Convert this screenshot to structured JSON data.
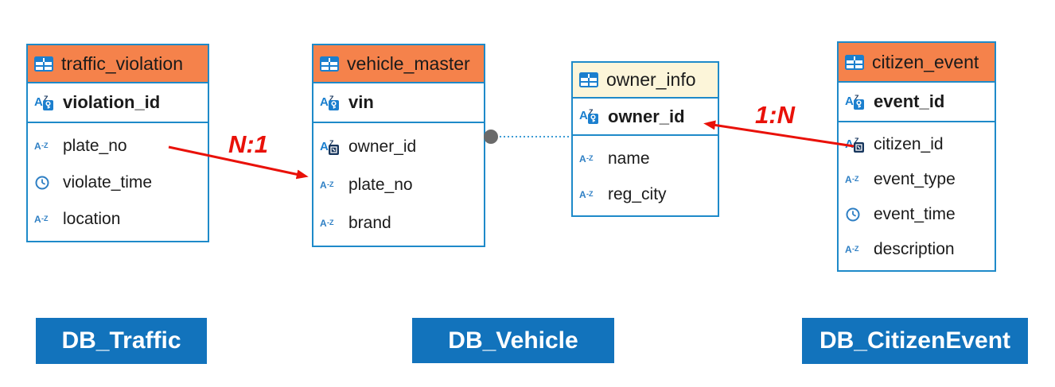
{
  "diagram": {
    "tables": [
      {
        "name": "traffic_violation",
        "header_color": "#F5824B",
        "columns": [
          {
            "name": "violation_id",
            "type": "pk"
          },
          {
            "name": "plate_no",
            "type": "text"
          },
          {
            "name": "violate_time",
            "type": "time"
          },
          {
            "name": "location",
            "type": "text"
          }
        ]
      },
      {
        "name": "vehicle_master",
        "header_color": "#F5824B",
        "columns": [
          {
            "name": "vin",
            "type": "pk"
          },
          {
            "name": "owner_id",
            "type": "fk"
          },
          {
            "name": "plate_no",
            "type": "text"
          },
          {
            "name": "brand",
            "type": "text"
          }
        ]
      },
      {
        "name": "owner_info",
        "header_color": "#FCF5D9",
        "columns": [
          {
            "name": "owner_id",
            "type": "pk"
          },
          {
            "name": "name",
            "type": "text"
          },
          {
            "name": "reg_city",
            "type": "text"
          }
        ]
      },
      {
        "name": "citizen_event",
        "header_color": "#F5824B",
        "columns": [
          {
            "name": "event_id",
            "type": "pk"
          },
          {
            "name": "citizen_id",
            "type": "fk"
          },
          {
            "name": "event_type",
            "type": "text"
          },
          {
            "name": "event_time",
            "type": "time"
          },
          {
            "name": "description",
            "type": "text"
          }
        ]
      }
    ],
    "relationships": [
      {
        "label": "N:1",
        "from_table": "traffic_violation",
        "from_column": "plate_no",
        "to_table": "vehicle_master",
        "to_column": "plate_no"
      },
      {
        "label": "1:N",
        "from_table": "citizen_event",
        "from_column": "citizen_id",
        "to_table": "owner_info",
        "to_column": "owner_id"
      }
    ],
    "connector": {
      "type": "dotted-line-with-endpoint-dot",
      "from_table": "vehicle_master",
      "to_table": "owner_info"
    },
    "db_labels": [
      {
        "label": "DB_Traffic"
      },
      {
        "label": "DB_Vehicle"
      },
      {
        "label": "DB_CitizenEvent"
      }
    ],
    "colors": {
      "table_border": "#1E8AC9",
      "header_orange": "#F5824B",
      "header_cream": "#FCF5D9",
      "icon_blue": "#1B7FCE",
      "badge_dark": "#17365D",
      "relation_red": "#E91109",
      "db_label_blue": "#1273BC",
      "connector_dot_gray": "#6A6A6A",
      "connector_line_blue": "#3D9BD5",
      "text_dark": "#1B1B1B"
    }
  }
}
